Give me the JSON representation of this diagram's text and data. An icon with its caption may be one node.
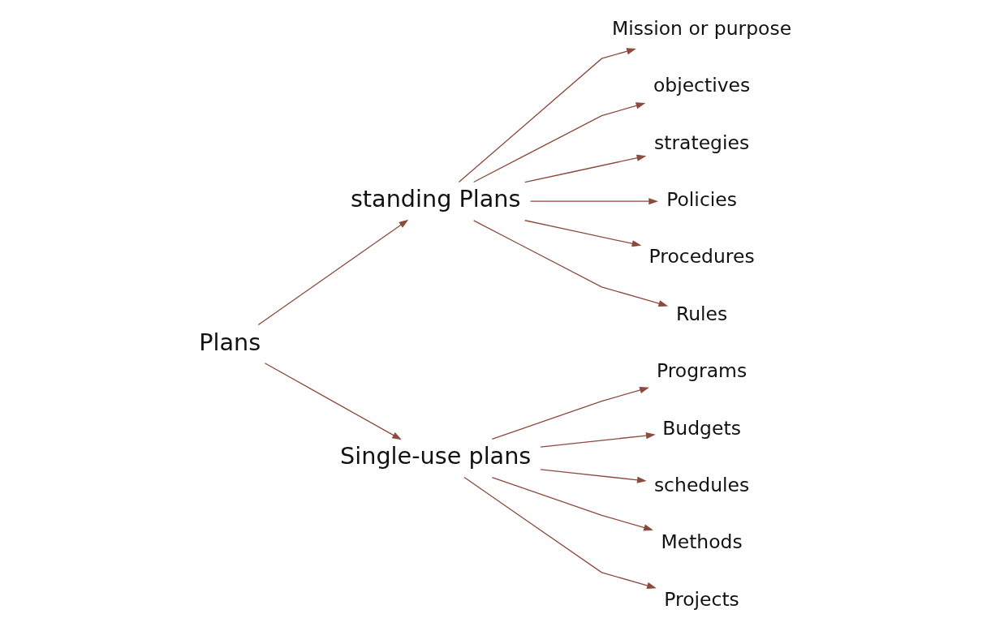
{
  "diagram": {
    "nodes": [
      {
        "text": [
          "Plans"
        ]
      },
      {
        "text": [
          "standing Plans"
        ]
      },
      {
        "text": [
          "Single-use plans"
        ]
      },
      {
        "text": [
          "Mission or purpose"
        ]
      },
      {
        "text": [
          "objectives"
        ]
      },
      {
        "text": [
          "strategies"
        ]
      },
      {
        "text": [
          "Policies"
        ]
      },
      {
        "text": [
          "Procedures"
        ]
      },
      {
        "text": [
          "Rules"
        ]
      },
      {
        "text": [
          "Programs"
        ]
      },
      {
        "text": [
          "Budgets"
        ]
      },
      {
        "text": [
          "schedules"
        ]
      },
      {
        "text": [
          "Methods"
        ]
      },
      {
        "text": [
          "Projects"
        ]
      }
    ],
    "edges": [
      {
        "from": 0,
        "to": 1,
        "arrow": "to"
      },
      {
        "from": 0,
        "to": 2,
        "arrow": "to"
      },
      {
        "from": 1,
        "to": 3,
        "arrow": "to"
      },
      {
        "from": 1,
        "to": 4,
        "arrow": "to"
      },
      {
        "from": 1,
        "to": 5,
        "arrow": "to"
      },
      {
        "from": 1,
        "to": 6,
        "arrow": "to"
      },
      {
        "from": 1,
        "to": 7,
        "arrow": "to"
      },
      {
        "from": 1,
        "to": 8,
        "arrow": "to"
      },
      {
        "from": 2,
        "to": 9,
        "arrow": "to"
      },
      {
        "from": 2,
        "to": 10,
        "arrow": "to"
      },
      {
        "from": 2,
        "to": 11,
        "arrow": "to"
      },
      {
        "from": 2,
        "to": 12,
        "arrow": "to"
      },
      {
        "from": 2,
        "to": 13,
        "arrow": "to"
      }
    ]
  }
}
